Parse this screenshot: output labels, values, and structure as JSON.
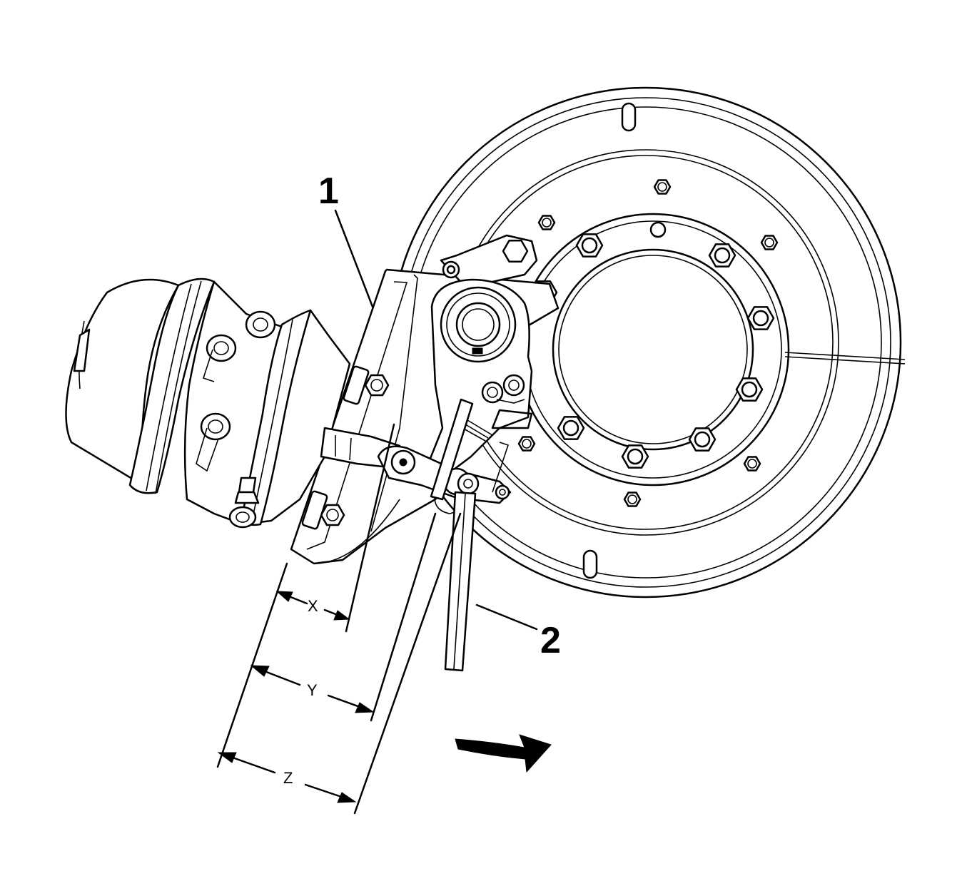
{
  "callouts": {
    "slack_adjuster": "1",
    "pushrod": "2"
  },
  "dimensions": {
    "x_label": "X",
    "y_label": "Y",
    "z_label": "Z"
  },
  "icons": {
    "rotation_arrow": "curved-arrow-icon"
  },
  "colors": {
    "line": "#000000",
    "background": "#ffffff"
  }
}
